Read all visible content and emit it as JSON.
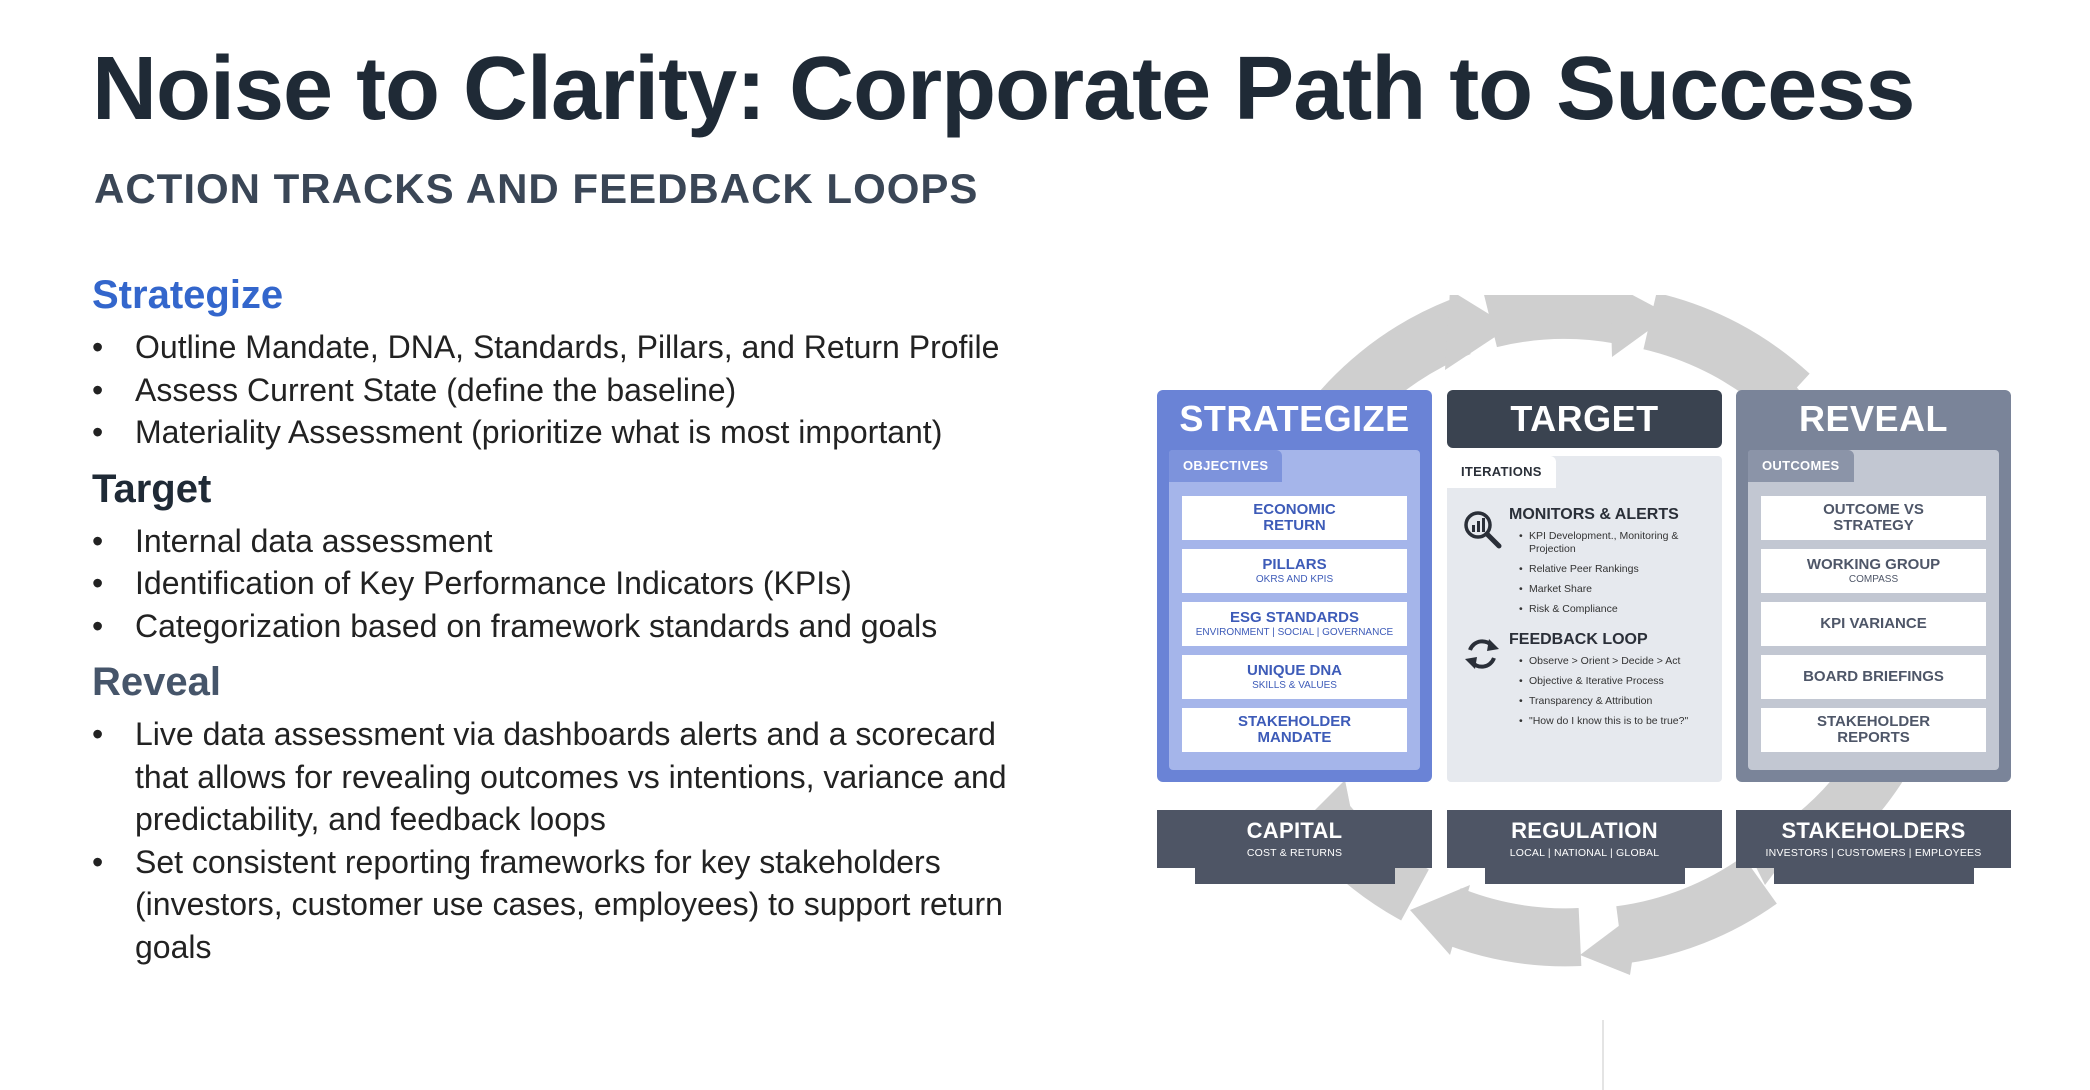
{
  "header": {
    "title": "Noise to Clarity: Corporate Path to Success",
    "subtitle": "ACTION TRACKS AND FEEDBACK LOOPS"
  },
  "sections": [
    {
      "heading": "Strategize",
      "bullets": [
        "Outline Mandate, DNA, Standards, Pillars, and Return Profile",
        "Assess Current State (define the baseline)",
        "Materiality Assessment (prioritize what is most important)"
      ]
    },
    {
      "heading": "Target",
      "bullets": [
        "Internal data assessment",
        "Identification of Key Performance Indicators (KPIs)",
        "Categorization based on framework standards and goals"
      ]
    },
    {
      "heading": "Reveal",
      "bullets": [
        "Live data assessment via dashboards alerts and a scorecard that allows for revealing outcomes vs intentions, variance and predictability, and feedback loops",
        "Set consistent reporting frameworks for key stakeholders (investors, customer use cases, employees) to support return goals"
      ]
    }
  ],
  "diagram": {
    "strategize": {
      "title": "STRATEGIZE",
      "tab": "OBJECTIVES",
      "items": [
        {
          "main": "ECONOMIC RETURN",
          "sub": ""
        },
        {
          "main": "PILLARS",
          "sub": "OKRS AND KPIS"
        },
        {
          "main": "ESG STANDARDS",
          "sub": "ENVIRONMENT | SOCIAL | GOVERNANCE"
        },
        {
          "main": "UNIQUE DNA",
          "sub": "SKILLS & VALUES"
        },
        {
          "main": "STAKEHOLDER MANDATE",
          "sub": ""
        }
      ]
    },
    "target": {
      "title": "TARGET",
      "tab": "ITERATIONS",
      "monitors": {
        "title": "MONITORS & ALERTS",
        "icon": "magnifier-chart-icon",
        "bullets": [
          "KPI Development., Monitoring & Projection",
          "Relative Peer Rankings",
          "Market Share",
          "Risk & Compliance"
        ]
      },
      "feedback": {
        "title": "FEEDBACK LOOP",
        "icon": "refresh-icon",
        "bullets": [
          "Observe > Orient > Decide > Act",
          "Objective & Iterative Process",
          "Transparency & Attribution",
          "\"How do I know this is to be true?\""
        ]
      }
    },
    "reveal": {
      "title": "REVEAL",
      "tab": "OUTCOMES",
      "items": [
        {
          "main": "OUTCOME VS STRATEGY",
          "sub": ""
        },
        {
          "main": "WORKING GROUP",
          "sub": "COMPASS"
        },
        {
          "main": "KPI VARIANCE",
          "sub": ""
        },
        {
          "main": "BOARD BRIEFINGS",
          "sub": ""
        },
        {
          "main": "STAKEHOLDER REPORTS",
          "sub": ""
        }
      ]
    },
    "footers": [
      {
        "main": "CAPITAL",
        "sub": "COST & RETURNS"
      },
      {
        "main": "REGULATION",
        "sub": "LOCAL | NATIONAL | GLOBAL"
      },
      {
        "main": "STAKEHOLDERS",
        "sub": "INVESTORS | CUSTOMERS | EMPLOYEES"
      }
    ],
    "colors": {
      "strategize": "#6a83d6",
      "target": "#3a4350",
      "reveal": "#7a8499",
      "footer": "#4e5565",
      "ring": "#cfcfcf"
    }
  }
}
